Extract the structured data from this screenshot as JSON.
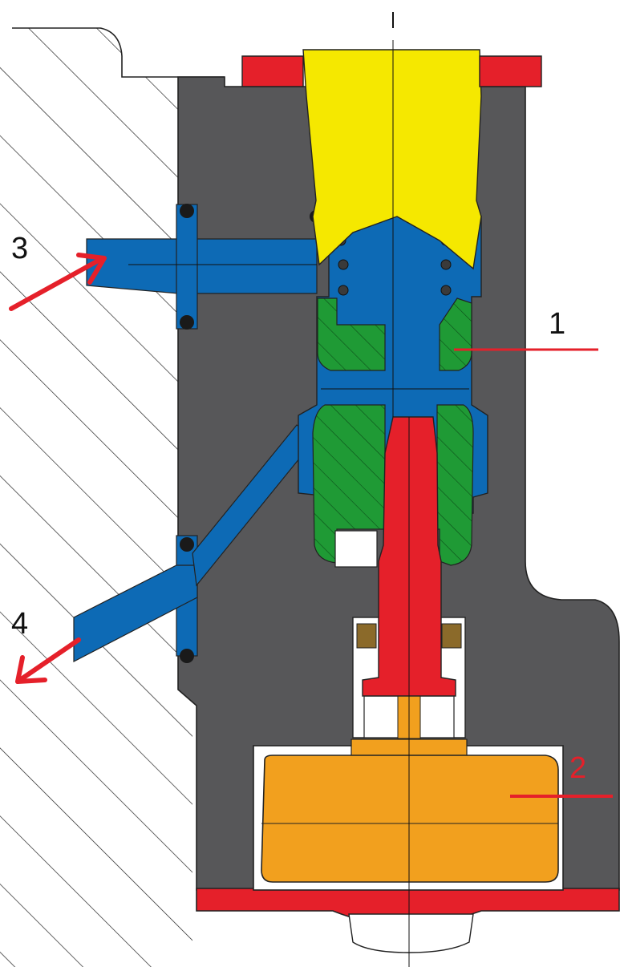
{
  "diagram": {
    "type": "valve cross-section",
    "colors": {
      "body": "#575759",
      "wall_hatch": "#ffffff",
      "fluid": "#0d6ab5",
      "piston": "#f5e800",
      "sleeve": "#1f9a35",
      "stem": "#e5202a",
      "flange": "#e5202a",
      "actuator": "#f2a01e",
      "insert": "#ffffff",
      "seal": "#1a1a1a",
      "packing": "#8b6a2a",
      "arrow": "#e5202a",
      "leader_red": "#e5202a"
    },
    "callouts": [
      {
        "id": "1",
        "text": "1",
        "color": "#111111",
        "target": "sleeve"
      },
      {
        "id": "2",
        "text": "2",
        "color": "#e5202a",
        "target": "actuator"
      },
      {
        "id": "3",
        "text": "3",
        "color": "#111111",
        "target": "inlet-port",
        "arrow": "inward"
      },
      {
        "id": "4",
        "text": "4",
        "color": "#111111",
        "target": "outlet-port",
        "arrow": "outward"
      }
    ]
  }
}
